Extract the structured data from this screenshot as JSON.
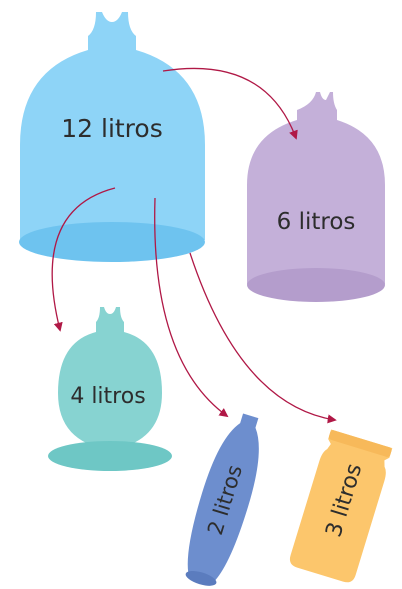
{
  "containers": {
    "big": {
      "label": "12 litros",
      "color": "#8ed4f7",
      "shade": "#6ec3ef"
    },
    "medium": {
      "label": "6 litros",
      "color": "#c4b0d9",
      "shade": "#b49dcc"
    },
    "round": {
      "label": "4 litros",
      "color": "#87d3d1",
      "shade": "#6ec7c5"
    },
    "slim": {
      "label": "2 litros",
      "color": "#6d8ece",
      "shade": "#5b7cbe"
    },
    "jar": {
      "label": "3 litros",
      "color": "#fcc66c",
      "shade": "#f7b95a"
    }
  },
  "arrow_color": "#b01846"
}
